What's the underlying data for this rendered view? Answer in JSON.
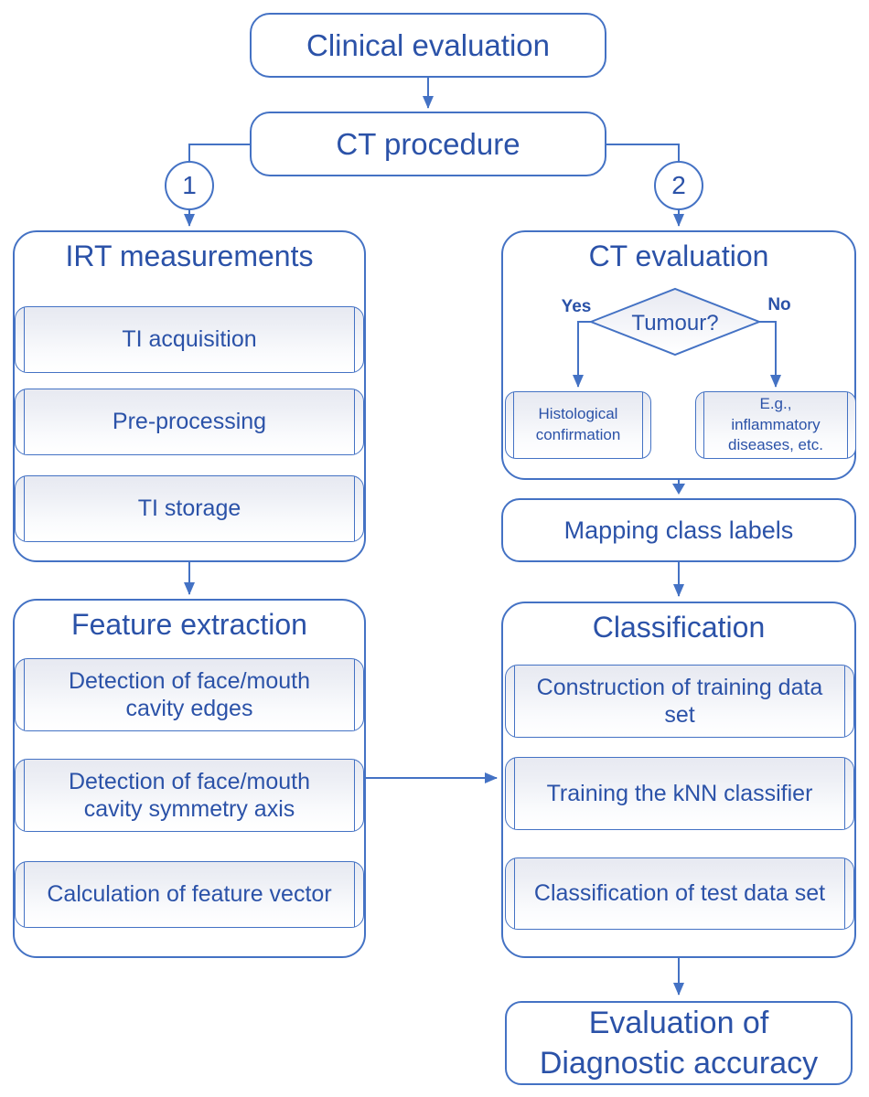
{
  "palette": {
    "line": "#4472C4",
    "text": "#2B52A8",
    "fill_top": "#e7e9f1"
  },
  "nodes": {
    "clinical": {
      "label": "Clinical evaluation"
    },
    "ct_procedure": {
      "label": "CT procedure"
    },
    "branch_left": {
      "label": "1"
    },
    "branch_right": {
      "label": "2"
    },
    "irt": {
      "title": "IRT measurements",
      "steps": [
        {
          "label": "TI acquisition"
        },
        {
          "label": "Pre-processing"
        },
        {
          "label": "TI storage"
        }
      ]
    },
    "feature_extraction": {
      "title": "Feature extraction",
      "steps": [
        {
          "label": "Detection of face/mouth\ncavity edges"
        },
        {
          "label": "Detection of face/mouth\ncavity symmetry axis"
        },
        {
          "label": "Calculation of feature vector"
        }
      ]
    },
    "ct_evaluation": {
      "title": "CT evaluation",
      "decision": {
        "label": "Tumour?",
        "yes": "Yes",
        "no": "No"
      },
      "yes_outcome": {
        "label": "Histological\nconfirmation"
      },
      "no_outcome": {
        "label": "E.g.,\ninflammatory\ndiseases, etc."
      }
    },
    "mapping": {
      "label": "Mapping class labels"
    },
    "classification": {
      "title": "Classification",
      "steps": [
        {
          "label": "Construction of training data\nset"
        },
        {
          "label": "Training the kNN classifier"
        },
        {
          "label": "Classification of test data set"
        }
      ]
    },
    "evaluation": {
      "label": "Evaluation of\nDiagnostic accuracy"
    }
  }
}
